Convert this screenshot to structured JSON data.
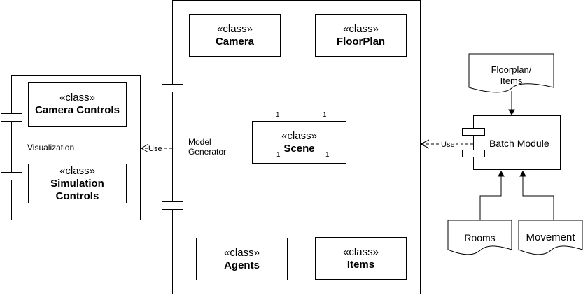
{
  "containers": {
    "visualization": {
      "label": "Visualization"
    },
    "model_generator": {
      "label_line1": "Model",
      "label_line2": "Generator"
    },
    "batch_module": {
      "label": "Batch Module"
    }
  },
  "classes": {
    "camera_controls": {
      "stereotype": "«class»",
      "name": "Camera Controls"
    },
    "simulation_controls": {
      "stereotype": "«class»",
      "name": "Simulation Controls"
    },
    "camera": {
      "stereotype": "«class»",
      "name": "Camera"
    },
    "floorplan": {
      "stereotype": "«class»",
      "name": "FloorPlan"
    },
    "scene": {
      "stereotype": "«class»",
      "name": "Scene"
    },
    "agents": {
      "stereotype": "«class»",
      "name": "Agents"
    },
    "items": {
      "stereotype": "«class»",
      "name": "Items"
    }
  },
  "documents": {
    "floorplan_items": {
      "line1": "Floorplan/",
      "line2": "Items"
    },
    "rooms": {
      "label": "Rooms"
    },
    "movement": {
      "label": "Movement"
    }
  },
  "relations": {
    "use_left": "Use",
    "use_right": "Use",
    "mult_camera_scene": "1",
    "mult_floorplan_scene": "1",
    "mult_scene_agents": "1",
    "mult_scene_items": "1"
  }
}
